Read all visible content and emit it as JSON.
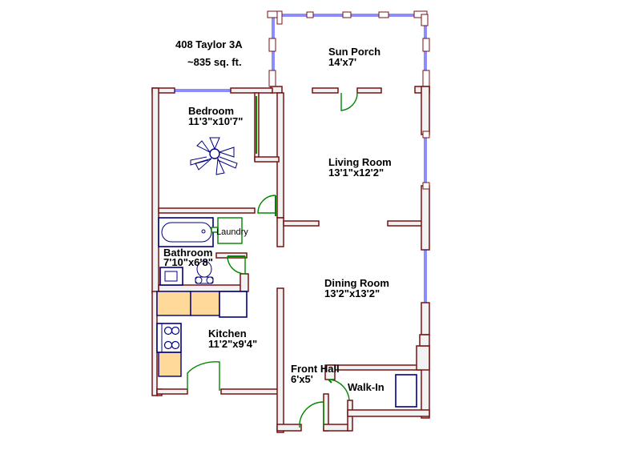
{
  "header": {
    "address": "408 Taylor  3A",
    "area": "~835 sq. ft."
  },
  "rooms": {
    "sun_porch": {
      "name": "Sun Porch",
      "size": "14'x7'"
    },
    "bedroom": {
      "name": "Bedroom",
      "size": "11'3\"x10'7\""
    },
    "living_room": {
      "name": "Living Room",
      "size": "13'1\"x12'2\""
    },
    "laundry": {
      "name": "Laundry"
    },
    "bathroom": {
      "name": "Bathroom",
      "size": "7'10\"x6'8\""
    },
    "dining_room": {
      "name": "Dining Room",
      "size": "13'2\"x13'2\""
    },
    "kitchen": {
      "name": "Kitchen",
      "size": "11'2\"x9'4\""
    },
    "front_hall": {
      "name": "Front Hall",
      "size": "6'x5'"
    },
    "walk_in": {
      "name": "Walk-In"
    }
  },
  "colors": {
    "wall": "#7a1010",
    "window": "#1a1aff",
    "door": "#008800",
    "fixture": "#000080",
    "cabinet": "#ffd99a"
  },
  "icons": [
    "ceiling-fan-icon",
    "bathtub-icon",
    "sink-icon",
    "toilet-icon",
    "stove-icon",
    "washer-icon"
  ]
}
